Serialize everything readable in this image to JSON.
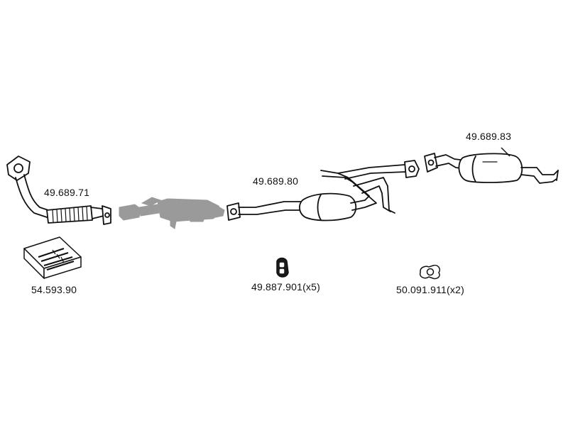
{
  "parts": [
    {
      "id": "front-pipe",
      "number": "49.689.71"
    },
    {
      "id": "catalytic-converter",
      "number": ""
    },
    {
      "id": "centre-silencer",
      "number": "49.689.80"
    },
    {
      "id": "rear-silencer",
      "number": "49.689.83"
    },
    {
      "id": "mounting-kit",
      "number": "54.593.90"
    },
    {
      "id": "rubber-mount",
      "number": "49.887.901(x5)"
    },
    {
      "id": "gasket",
      "number": "50.091.911(x2)"
    }
  ],
  "colors": {
    "line": "#111111",
    "ghost_part": "#9a9a9a",
    "background": "#ffffff"
  }
}
